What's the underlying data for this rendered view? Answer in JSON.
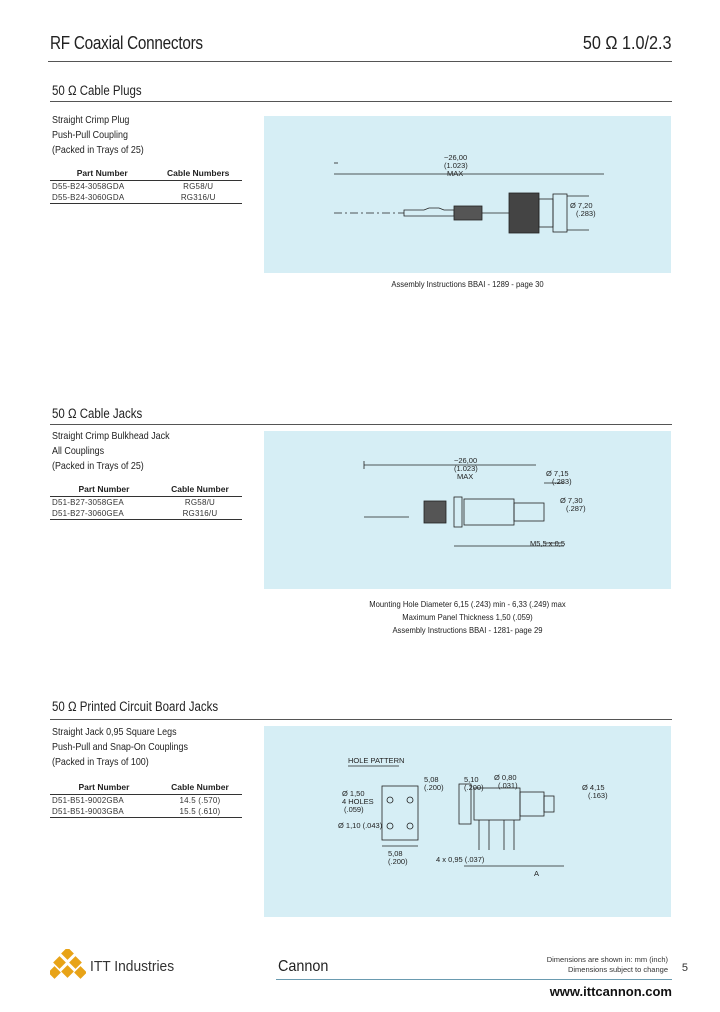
{
  "header": {
    "title": "RF Coaxial Connectors",
    "series": "50 Ω 1.0/2.3"
  },
  "sections": [
    {
      "title": "50 Ω  Cable Plugs",
      "description": [
        "Straight Crimp Plug",
        "Push-Pull Coupling",
        "(Packed in Trays of 25)"
      ],
      "columns": [
        "Part Number",
        "Cable Numbers"
      ],
      "rows": [
        [
          "D55-B24-3058GDA",
          "RG58/U"
        ],
        [
          "D55-B24-3060GDA",
          "RG316/U"
        ]
      ],
      "drawing": {
        "dim_length": "~26,00",
        "dim_length_in": "(1.023)",
        "dim_max": "MAX",
        "dim_dia": "Ø 7,20",
        "dim_dia_in": "(.283)"
      },
      "captions": [
        "Assembly Instructions BBAI - 1289 - page 30"
      ]
    },
    {
      "title": "50 Ω  Cable Jacks",
      "description": [
        "Straight Crimp Bulkhead Jack",
        "All Couplings",
        "(Packed in Trays of 25)"
      ],
      "columns": [
        "Part Number",
        "Cable Number"
      ],
      "rows": [
        [
          "D51-B27-3058GEA",
          "RG58/U"
        ],
        [
          "D51-B27-3060GEA",
          "RG316/U"
        ]
      ],
      "drawing": {
        "dim_length": "~26,00",
        "dim_length_in": "(1.023)",
        "dim_max": "MAX",
        "dim_dia1": "Ø 7,15",
        "dim_dia1_in": "(.283)",
        "dim_dia2": "Ø 7,30",
        "dim_dia2_in": "(.287)",
        "thread": "M5,5 x 0,5"
      },
      "captions": [
        "Mounting Hole Diameter 6,15 (.243) min - 6,33 (.249) max",
        "Maximum Panel Thickness 1,50 (.059)",
        "Assembly Instructions BBAI - 1281- page 29"
      ]
    },
    {
      "title": "50 Ω  Printed Circuit Board Jacks",
      "description": [
        "Straight Jack 0,95 Square Legs",
        "Push-Pull and Snap-On Couplings",
        "(Packed in Trays of 100)"
      ],
      "columns": [
        "Part Number",
        "Cable Number"
      ],
      "rows": [
        [
          "D51-B51-9002GBA",
          "14.5 (.570)"
        ],
        [
          "D51-B51-9003GBA",
          "15.5 (.610)"
        ]
      ],
      "drawing": {
        "hole_pattern": "HOLE PATTERN",
        "d1": "Ø 1,50",
        "d1b": "4 HOLES",
        "d1_in": "(.059)",
        "d2": "Ø 1,10 (.043)",
        "d3": "5,08",
        "d3_in": "(.200)",
        "d4": "5,08",
        "d4_in": "(.200)",
        "d5": "5,10",
        "d5_in": "(.200)",
        "d6": "Ø 0,80",
        "d6_in": "(.031)",
        "d7": "Ø 4,15",
        "d7_in": "(.163)",
        "legs": "4 x 0,95 (.037)",
        "dim_a": "A"
      },
      "captions": []
    }
  ],
  "footer": {
    "company": "ITT Industries",
    "brand": "Cannon",
    "note_line1": "Dimensions are shown in: mm (inch)",
    "note_line2": "Dimensions subject to change",
    "page": "5",
    "url": "www.ittcannon.com"
  },
  "colors": {
    "panel": "#d6eef5",
    "rule": "#555555",
    "logo": "#e8a317"
  }
}
